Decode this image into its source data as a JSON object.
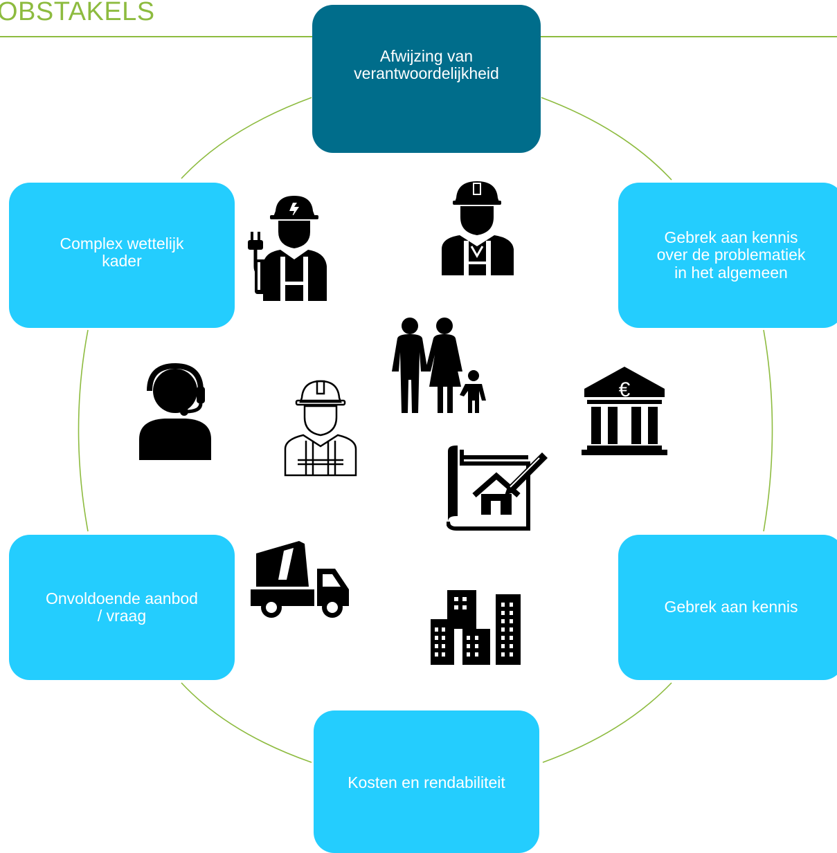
{
  "title": "OBSTAKELS",
  "colors": {
    "title": "#8dbb3f",
    "connector": "#8dbb3f",
    "box_highlight": "#006d8b",
    "box": "#24cdfe",
    "box_text": "#ffffff",
    "icon": "#000000"
  },
  "nodes": [
    {
      "label": "Afwijzing van\nverantwoordelijkheid",
      "highlight": true
    },
    {
      "label": "Gebrek aan kennis\nover de problematiek\nin het algemeen"
    },
    {
      "label": "Gebrek aan kennis"
    },
    {
      "label": "Kosten en rendabiliteit"
    },
    {
      "label": "Onvoldoende aanbod\n/ vraag"
    },
    {
      "label": "Complex wettelijk\nkader"
    }
  ],
  "icons": [
    "electrician-icon",
    "construction-worker-icon",
    "call-center-agent-icon",
    "worker-outline-icon",
    "family-icon",
    "bank-euro-icon",
    "house-blueprint-icon",
    "cement-truck-icon",
    "city-buildings-icon"
  ],
  "bank_symbol": "€"
}
